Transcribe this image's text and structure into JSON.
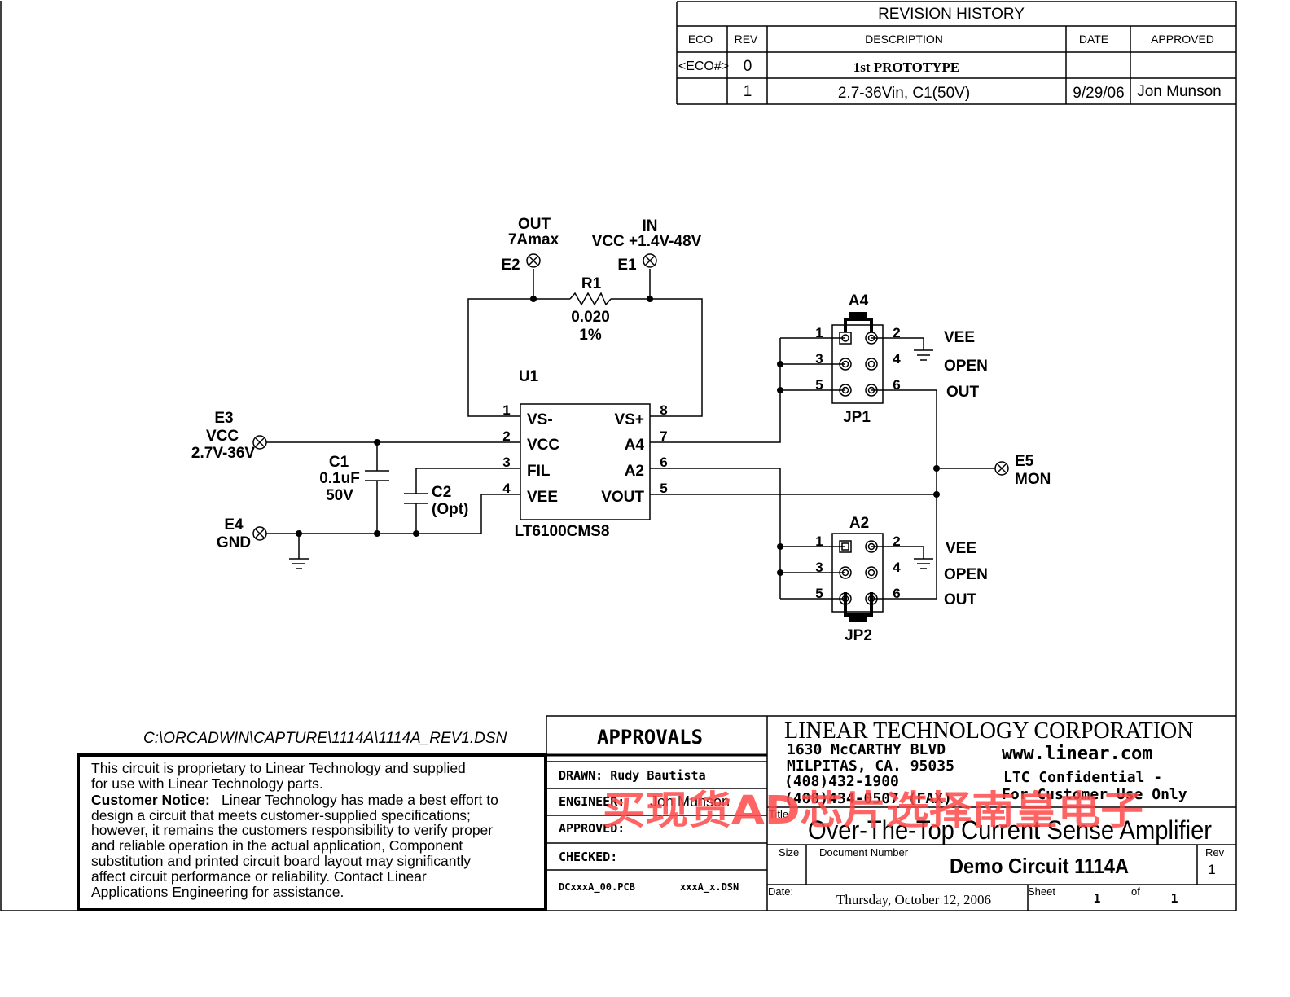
{
  "revision_history": {
    "title": "REVISION HISTORY",
    "headers": [
      "ECO",
      "REV",
      "DESCRIPTION",
      "DATE",
      "APPROVED"
    ],
    "rows": [
      {
        "eco": "<ECO#>",
        "rev": "0",
        "description": "1st PROTOTYPE",
        "date": "",
        "approved": ""
      },
      {
        "eco": "",
        "rev": "1",
        "description": "2.7-36Vin, C1(50V)",
        "date": "9/29/06",
        "approved": "Jon Munson"
      }
    ]
  },
  "terminals": {
    "e1": {
      "ref": "E1",
      "line1": "IN",
      "line2": "VCC +1.4V-48V"
    },
    "e2": {
      "ref": "E2",
      "line1": "OUT",
      "line2": "7Amax"
    },
    "e3": {
      "ref": "E3",
      "line1": "VCC",
      "line2": "2.7V-36V"
    },
    "e4": {
      "ref": "E4",
      "line1": "GND"
    },
    "e5": {
      "ref": "E5",
      "line1": "MON"
    }
  },
  "r1": {
    "ref": "R1",
    "value": "0.020",
    "tol": "1%"
  },
  "c1": {
    "ref": "C1",
    "value": "0.1uF",
    "voltage": "50V"
  },
  "c2": {
    "ref": "C2",
    "value": "(Opt)"
  },
  "u1": {
    "ref": "U1",
    "part": "LT6100CMS8",
    "left_pins": [
      {
        "num": "1",
        "name": "VS-"
      },
      {
        "num": "2",
        "name": "VCC"
      },
      {
        "num": "3",
        "name": "FIL"
      },
      {
        "num": "4",
        "name": "VEE"
      }
    ],
    "right_pins": [
      {
        "num": "8",
        "name": "VS+"
      },
      {
        "num": "7",
        "name": "A4"
      },
      {
        "num": "6",
        "name": "A2"
      },
      {
        "num": "5",
        "name": "VOUT"
      }
    ]
  },
  "jp1": {
    "ref": "JP1",
    "shunt": "A4",
    "pins": [
      "1",
      "2",
      "3",
      "4",
      "5",
      "6"
    ],
    "labels": [
      "VEE",
      "OPEN",
      "OUT"
    ]
  },
  "jp2": {
    "ref": "JP2",
    "shunt": "A2",
    "pins": [
      "1",
      "2",
      "3",
      "4",
      "5",
      "6"
    ],
    "labels": [
      "VEE",
      "OPEN",
      "OUT"
    ]
  },
  "file_path": "C:\\ORCADWIN\\CAPTURE\\1114A\\1114A_REV1.DSN",
  "notice": {
    "lines": [
      "This circuit is proprietary to Linear Technology and supplied",
      "for use with Linear Technology parts."
    ],
    "customer_notice_label": "Customer Notice:",
    "body_lines": [
      "Linear Technology has made a best effort to",
      "design a circuit that meets customer-supplied specifications;",
      "however, it remains the customers responsibility to verify proper",
      " and reliable operation in the actual application, Component",
      "substitution and printed circuit board layout may significantly",
      "affect circuit performance or reliability. Contact Linear",
      " Applications Engineering for assistance."
    ]
  },
  "approvals": {
    "title": "APPROVALS",
    "drawn": "DRAWN: Rudy Bautista",
    "engineer_label": "ENGINEER:",
    "engineer": "Jon Munson",
    "approved": "APPROVED:",
    "checked": "CHECKED:",
    "pcb_file": "DCxxxA_00.PCB",
    "dsn_file": "xxxA_x.DSN"
  },
  "company": {
    "name": "LINEAR TECHNOLOGY CORPORATION",
    "address1": "1630 McCARTHY BLVD",
    "address2": "MILPITAS, CA. 95035",
    "phone": "(408)432-1900",
    "fax": "(408)434-0507 (FAX)",
    "web": "www.linear.com",
    "confidential1": "LTC Confidential -",
    "confidential2": "For Customer Use Only"
  },
  "title_block": {
    "title_label": "Title",
    "title": "Over-The-Top Current Sense Amplifier",
    "size_label": "Size",
    "doc_number_label": "Document Number",
    "doc_number": "Demo Circuit 1114A",
    "rev_label": "Rev",
    "rev": "1",
    "date_label": "Date:",
    "date": "Thursday, October 12, 2006",
    "sheet_label": "Sheet",
    "sheet": "1",
    "of_label": "of",
    "of": "1"
  },
  "watermark": "买现货AD芯片选择南皇电子"
}
